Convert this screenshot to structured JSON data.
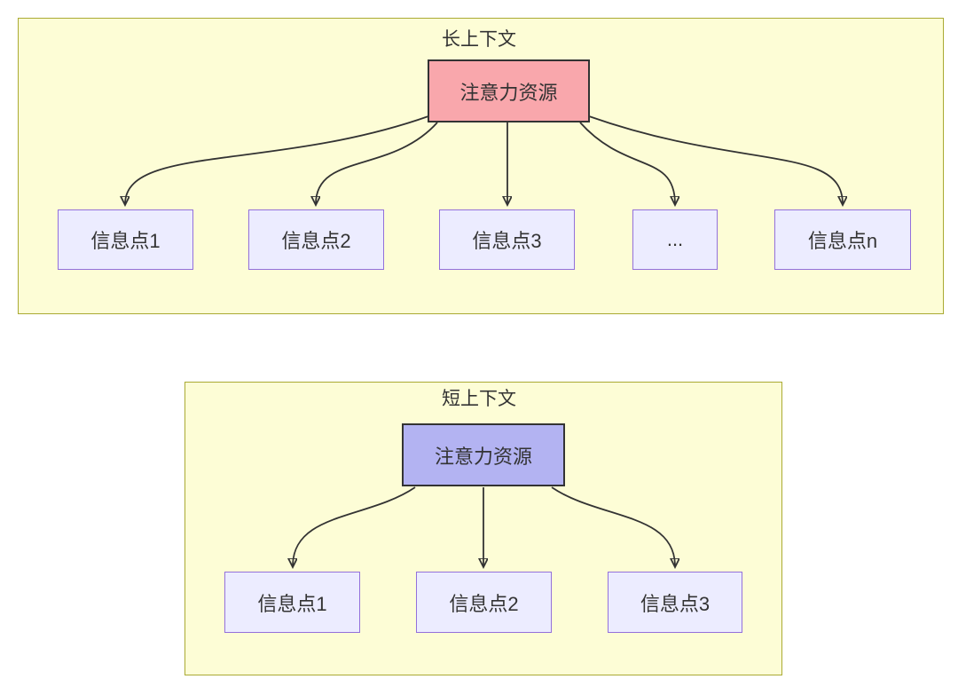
{
  "figures": {
    "long_context": {
      "title": "长上下文",
      "root_label": "注意力资源",
      "items": [
        "信息点1",
        "信息点2",
        "信息点3",
        "...",
        "信息点n"
      ]
    },
    "short_context": {
      "title": "短上下文",
      "root_label": "注意力资源",
      "items": [
        "信息点1",
        "信息点2",
        "信息点3"
      ]
    }
  },
  "colors": {
    "cluster_fill": "#fdfdd6",
    "cluster_border": "#aaaa33",
    "info_node_fill": "#ececff",
    "info_node_border": "#9370db",
    "long_root_fill": "#f9a7ac",
    "short_root_fill": "#b3b3f2",
    "root_node_border": "#333333",
    "edge_stroke": "#333333",
    "text": "#333333"
  }
}
